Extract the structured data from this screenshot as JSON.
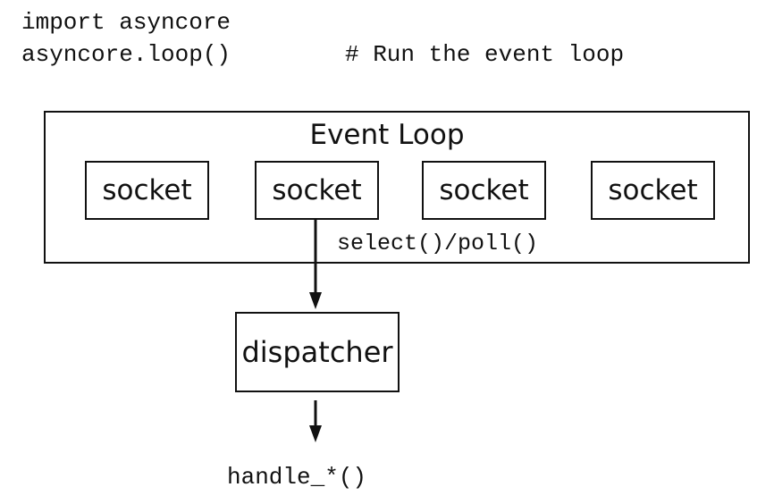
{
  "code": {
    "line1": "import asyncore",
    "line2": "asyncore.loop()",
    "comment": "# Run the event loop"
  },
  "diagram": {
    "event_loop_title": "Event Loop",
    "sockets": [
      "socket",
      "socket",
      "socket",
      "socket"
    ],
    "select_label": "select()/poll()",
    "dispatcher_label": "dispatcher",
    "handler_label": "handle_*()"
  },
  "colors": {
    "stroke": "#111111",
    "background": "#ffffff"
  }
}
